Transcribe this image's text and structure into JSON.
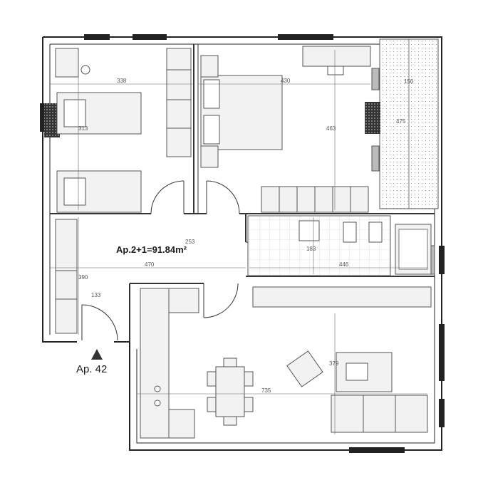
{
  "area_label": "Ap.2+1=91.84m²",
  "apartment_label": "Ap. 42",
  "dimensions": {
    "bedroom1_width": "338",
    "bedroom2_width": "430",
    "bedroom2_depth": "463",
    "balcony_width": "150",
    "balcony_depth": "475",
    "hall_width": "470",
    "hall_depth": "253",
    "bath_width": "446",
    "bath_depth": "183",
    "entry_depth": "390",
    "entry_width": "133",
    "living_width": "735",
    "living_depth": "379",
    "bedroom1_depth": "313"
  }
}
